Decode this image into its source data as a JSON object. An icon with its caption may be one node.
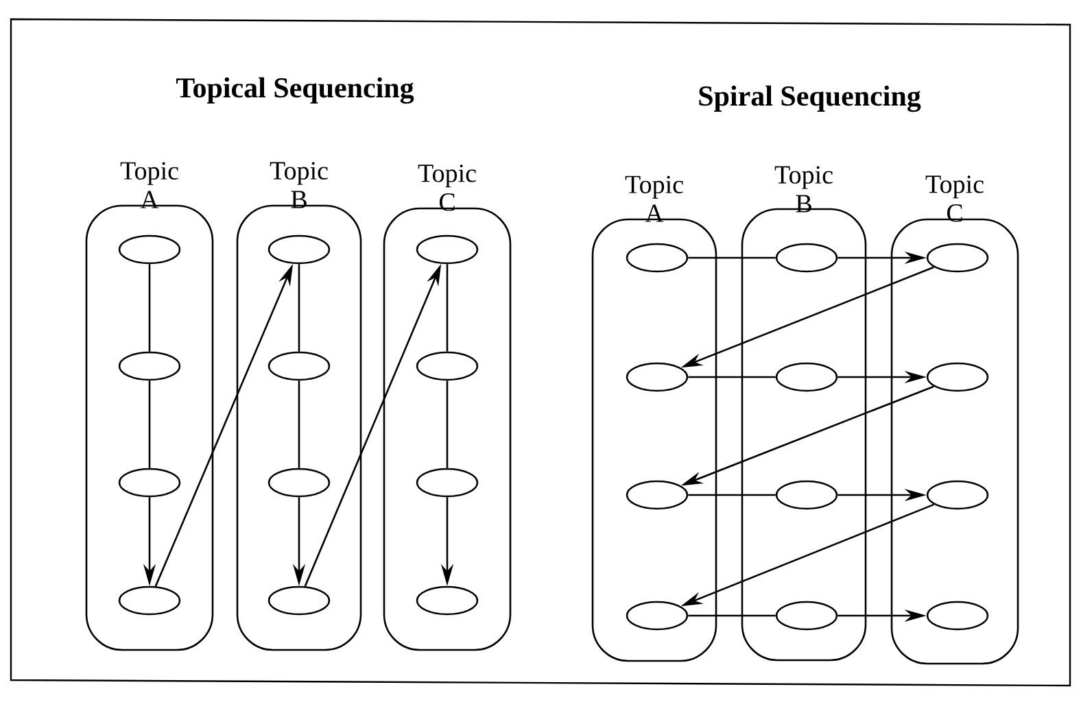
{
  "diagram": {
    "nodes": [
      {
        "text": [
          "Topic A"
        ]
      },
      {
        "text": [],
        "shape": "ellipse",
        "in": 0
      },
      {
        "text": [],
        "shape": "ellipse",
        "in": 0
      },
      {
        "text": [],
        "shape": "ellipse",
        "in": 0
      },
      {
        "text": [],
        "shape": "ellipse",
        "in": 0
      },
      {
        "text": [
          "Topic B"
        ]
      },
      {
        "text": [],
        "shape": "ellipse",
        "in": 5
      },
      {
        "text": [],
        "shape": "ellipse",
        "in": 5
      },
      {
        "text": [],
        "shape": "ellipse",
        "in": 5
      },
      {
        "text": [],
        "shape": "ellipse",
        "in": 5
      },
      {
        "text": [
          "Topic C"
        ]
      },
      {
        "text": [],
        "shape": "ellipse",
        "in": 10
      },
      {
        "text": [],
        "shape": "ellipse",
        "in": 10
      },
      {
        "text": [],
        "shape": "ellipse",
        "in": 10
      },
      {
        "text": [],
        "shape": "ellipse",
        "in": 10
      },
      {
        "text": [
          "Topic A"
        ]
      },
      {
        "text": [],
        "shape": "ellipse",
        "in": 15
      },
      {
        "text": [],
        "shape": "ellipse",
        "in": 15
      },
      {
        "text": [],
        "shape": "ellipse",
        "in": 15
      },
      {
        "text": [],
        "shape": "ellipse",
        "in": 15
      },
      {
        "text": [
          "Topic B"
        ]
      },
      {
        "text": [],
        "shape": "ellipse",
        "in": 20
      },
      {
        "text": [],
        "shape": "ellipse",
        "in": 20
      },
      {
        "text": [],
        "shape": "ellipse",
        "in": 20
      },
      {
        "text": [],
        "shape": "ellipse",
        "in": 20
      },
      {
        "text": [
          "Topic C"
        ]
      },
      {
        "text": [],
        "shape": "ellipse",
        "in": 25
      },
      {
        "text": [],
        "shape": "ellipse",
        "in": 25
      },
      {
        "text": [],
        "shape": "ellipse",
        "in": 25
      },
      {
        "text": [],
        "shape": "ellipse",
        "in": 25
      }
    ],
    "edges": [
      {
        "from": 1,
        "to": 2,
        "arrow": "none"
      },
      {
        "from": 2,
        "to": 3,
        "arrow": "none"
      },
      {
        "from": 3,
        "to": 4,
        "arrow": "to"
      },
      {
        "from": 4,
        "to": 6,
        "arrow": "to"
      },
      {
        "from": 6,
        "to": 7,
        "arrow": "none"
      },
      {
        "from": 7,
        "to": 8,
        "arrow": "none"
      },
      {
        "from": 8,
        "to": 9,
        "arrow": "to"
      },
      {
        "from": 9,
        "to": 11,
        "arrow": "to"
      },
      {
        "from": 11,
        "to": 12,
        "arrow": "none"
      },
      {
        "from": 12,
        "to": 13,
        "arrow": "none"
      },
      {
        "from": 13,
        "to": 14,
        "arrow": "to"
      },
      {
        "from": 16,
        "to": 21,
        "arrow": "none"
      },
      {
        "from": 21,
        "to": 26,
        "arrow": "to"
      },
      {
        "from": 26,
        "to": 17,
        "arrow": "to"
      },
      {
        "from": 17,
        "to": 22,
        "arrow": "none"
      },
      {
        "from": 22,
        "to": 27,
        "arrow": "to"
      },
      {
        "from": 27,
        "to": 18,
        "arrow": "to"
      },
      {
        "from": 18,
        "to": 23,
        "arrow": "none"
      },
      {
        "from": 23,
        "to": 28,
        "arrow": "to"
      },
      {
        "from": 28,
        "to": 19,
        "arrow": "to"
      },
      {
        "from": 19,
        "to": 24,
        "arrow": "none"
      },
      {
        "from": 24,
        "to": 29,
        "arrow": "to"
      }
    ],
    "labels": [
      "Topical Sequencing",
      "Spiral Sequencing"
    ]
  }
}
